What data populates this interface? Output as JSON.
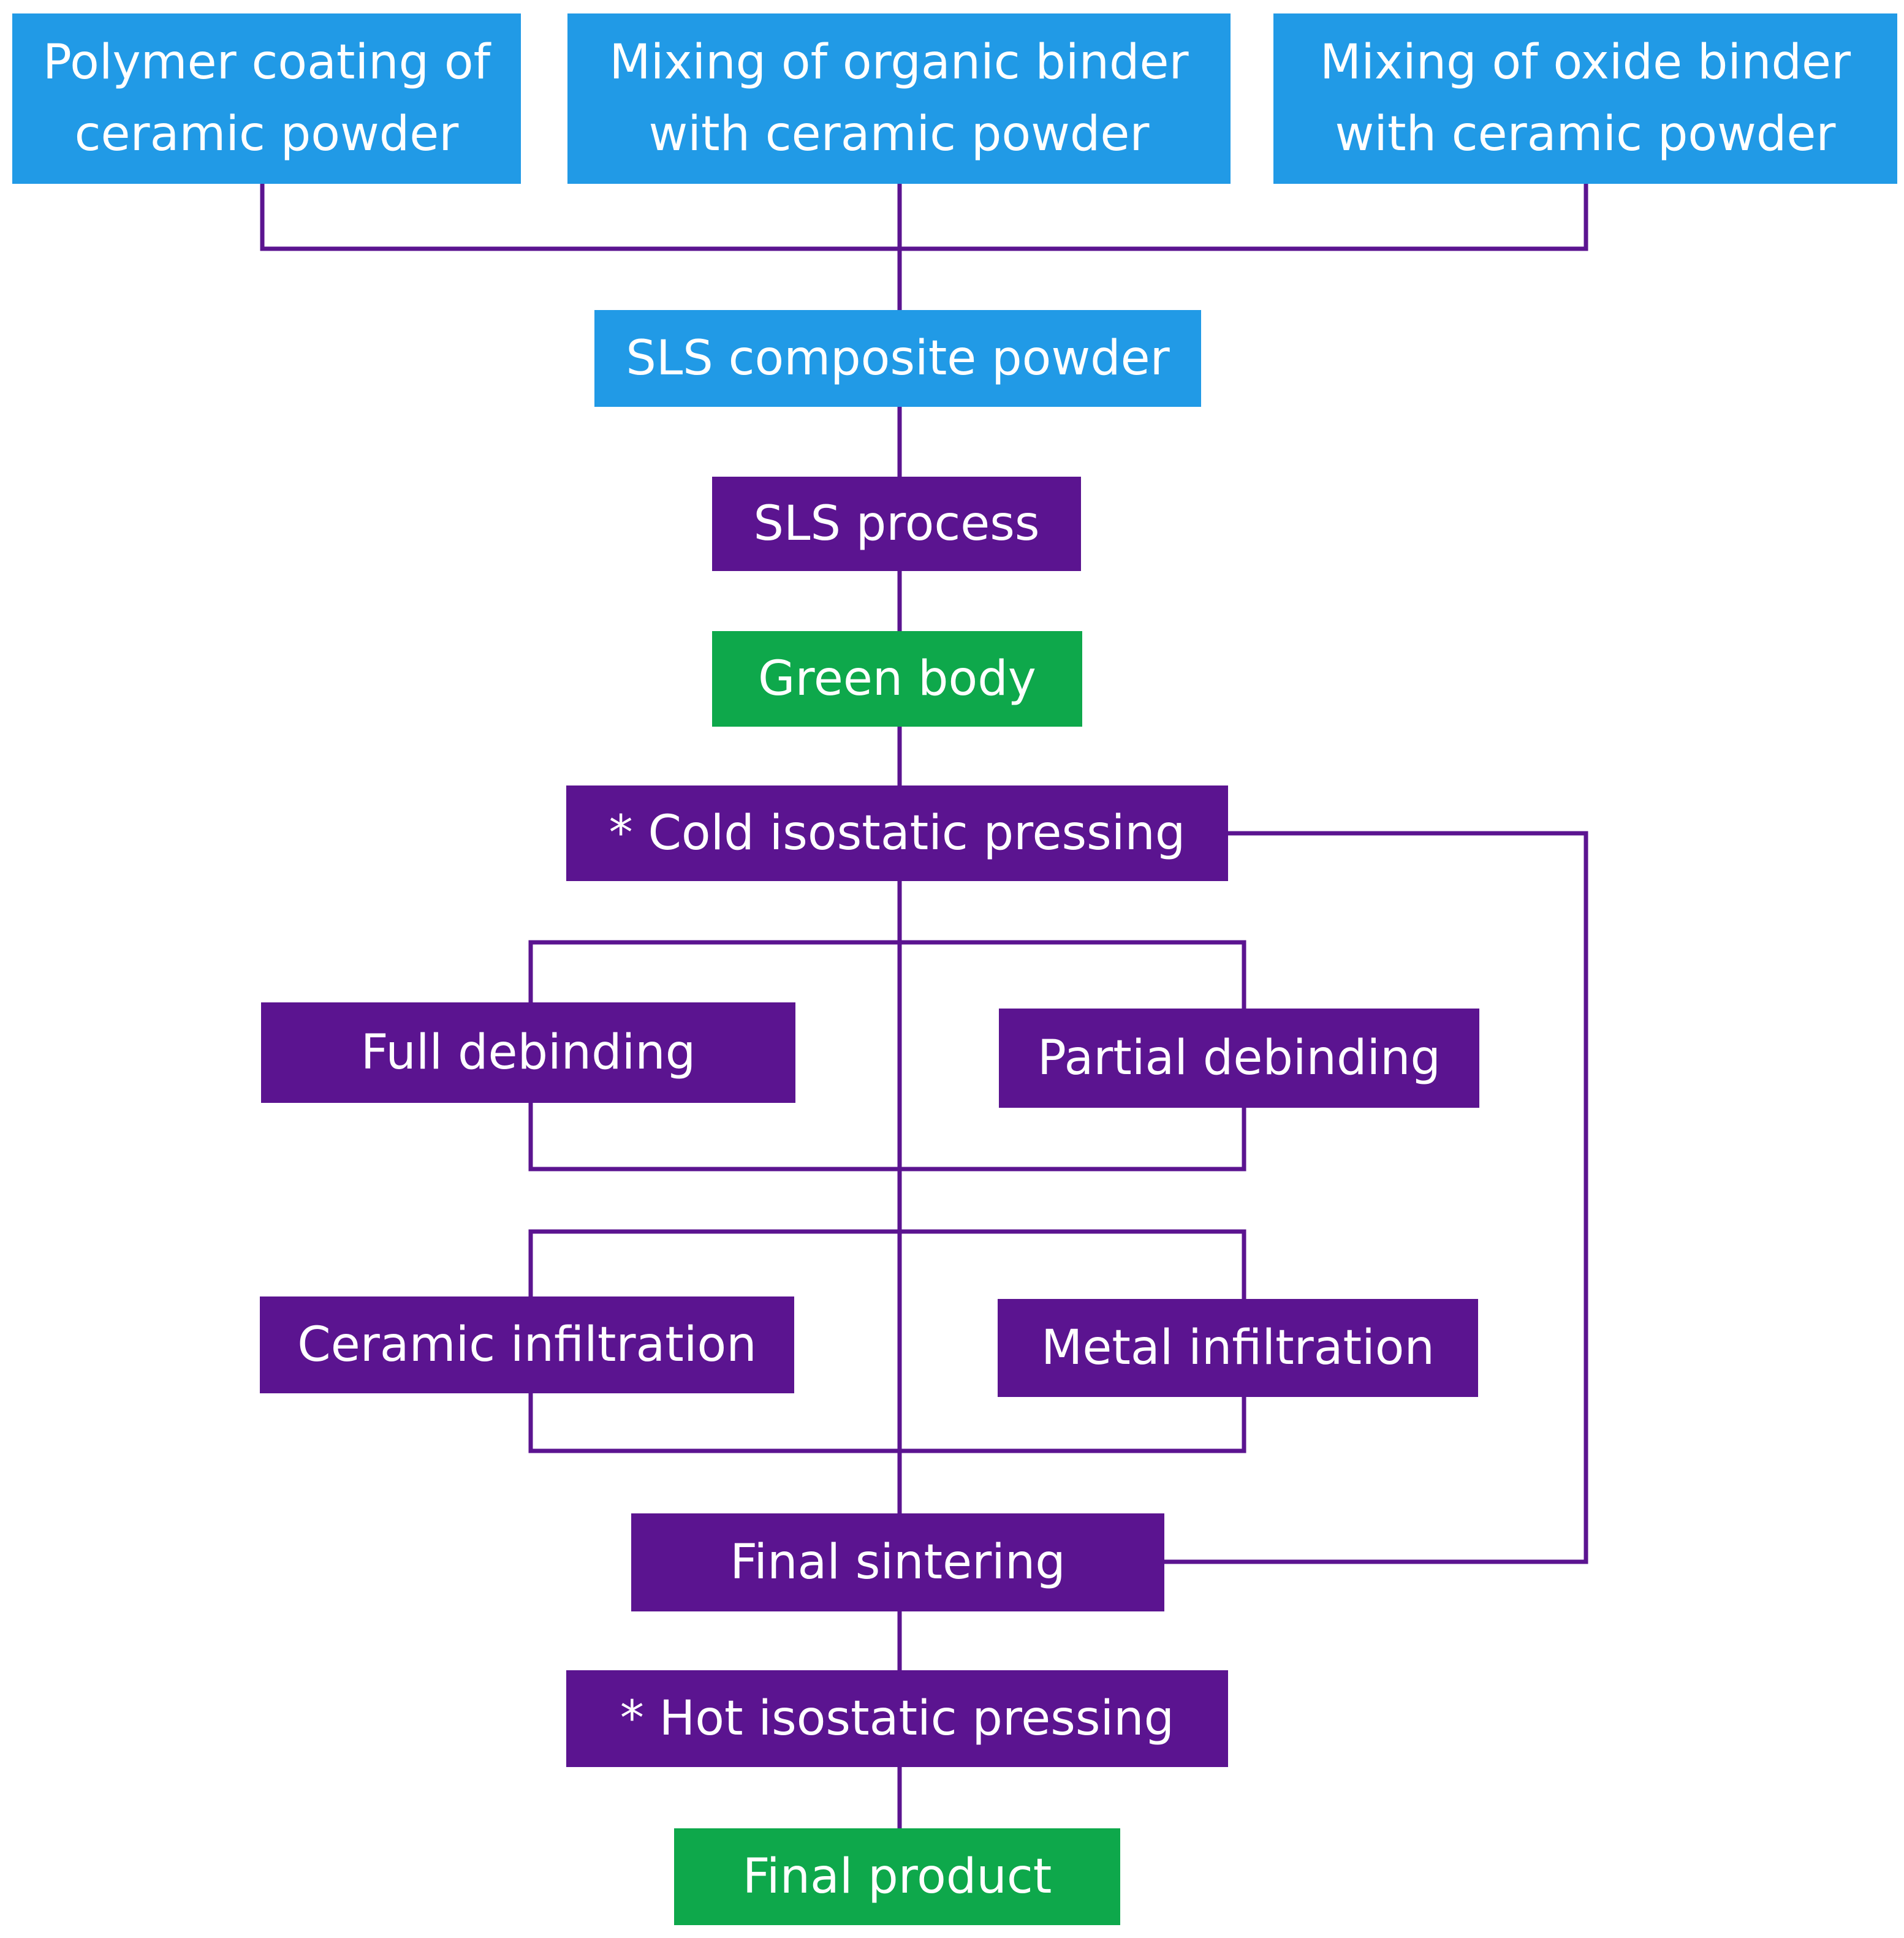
{
  "diagram": {
    "colors": {
      "input": "#219ae6",
      "process": "#5b1490",
      "output": "#0ea84b",
      "connector": "#5b1490"
    },
    "nodes": {
      "polymer_coating": "Polymer coating of\nceramic powder",
      "organic_binder": "Mixing of organic binder\nwith ceramic powder",
      "oxide_binder": "Mixing of oxide binder\nwith ceramic powder",
      "sls_powder": "SLS composite powder",
      "sls_process": "SLS process",
      "green_body": "Green body",
      "cold_pressing": "* Cold isostatic pressing",
      "full_debinding": "Full debinding",
      "partial_debinding": "Partial debinding",
      "ceramic_infiltration": "Ceramic infiltration",
      "metal_infiltration": "Metal infiltration",
      "final_sintering": "Final sintering",
      "hot_pressing": "* Hot isostatic pressing",
      "final_product": "Final product"
    }
  }
}
